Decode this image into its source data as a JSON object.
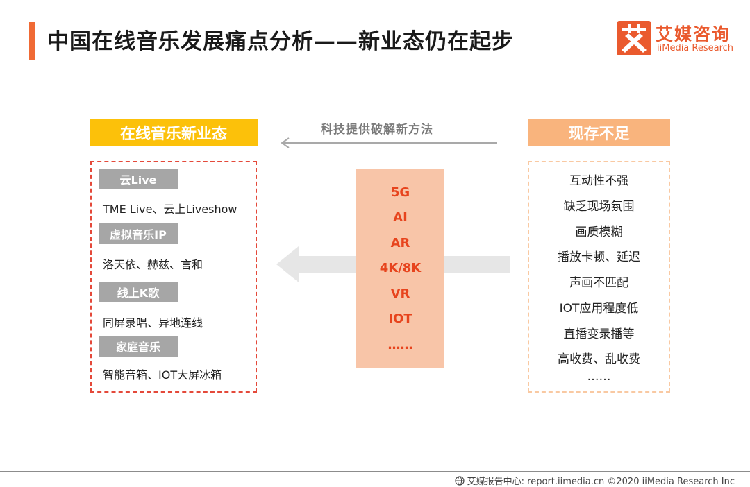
{
  "title": "中国在线音乐发展痛点分析——新业态仍在起步",
  "logo": {
    "mark": "艾",
    "cn": "艾媒咨询",
    "en": "iiMedia Research"
  },
  "left": {
    "header": "在线音乐新业态",
    "categories": [
      {
        "label": "云Live",
        "desc": "TME Live、云上Liveshow"
      },
      {
        "label": "虚拟音乐IP",
        "desc": "洛天依、赫兹、言和"
      },
      {
        "label": "线上K歌",
        "desc": "同屏录唱、异地连线"
      },
      {
        "label": "家庭音乐",
        "desc": "智能音箱、IOT大屏冰箱"
      }
    ]
  },
  "middle": {
    "label": "科技提供破解新方法",
    "techs": [
      "5G",
      "AI",
      "AR",
      "4K/8K",
      "VR",
      "IOT",
      "……"
    ]
  },
  "right": {
    "header": "现存不足",
    "items": [
      "互动性不强",
      "缺乏现场氛围",
      "画质模糊",
      "播放卡顿、延迟",
      "声画不匹配",
      "IOT应用程度低",
      "直播变录播等",
      "高收费、乱收费",
      "……"
    ]
  },
  "footer": {
    "text": "艾媒报告中心: report.iimedia.cn ©2020  iiMedia Research  Inc"
  },
  "colors": {
    "accent": "#f06a35",
    "logo": "#ea5a2e",
    "left_header": "#fcc10a",
    "right_header": "#f9b47d",
    "tech_bg": "#f8c5a8",
    "tech_text": "#e7441d",
    "category_bg": "#a6a6a6",
    "left_border": "#e4493a",
    "right_border": "#f9c9a2"
  },
  "icons": {
    "footer": "globe-icon",
    "arrow": "arrow-left-icon"
  }
}
